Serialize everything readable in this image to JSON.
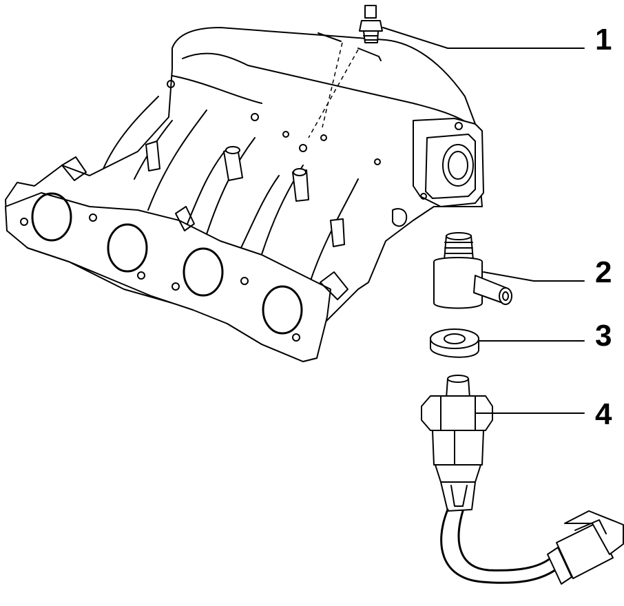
{
  "callouts": [
    {
      "id": "1",
      "label": "1",
      "part": "sensor-small"
    },
    {
      "id": "2",
      "label": "2",
      "part": "adapter-fitting"
    },
    {
      "id": "3",
      "label": "3",
      "part": "seal-washer"
    },
    {
      "id": "4",
      "label": "4",
      "part": "temperature-sensor"
    }
  ],
  "colors": {
    "line": "#000000",
    "background": "#ffffff"
  }
}
